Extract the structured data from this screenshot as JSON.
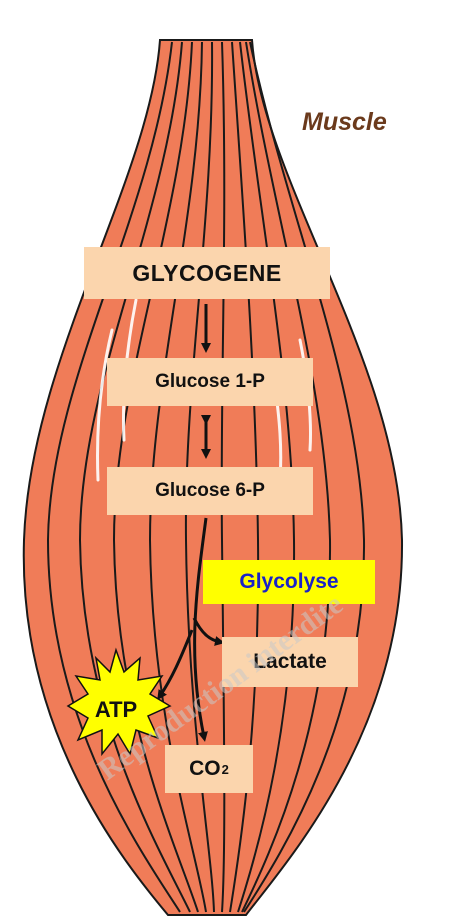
{
  "diagram": {
    "organ_label": "Muscle",
    "nodes": {
      "glycogene": "GLYCOGENE",
      "glucose_1p": "Glucose 1-P",
      "glucose_6p": "Glucose 6-P",
      "glycolyse": "Glycolyse",
      "lactate": "Lactate",
      "co2_main": "CO",
      "co2_sub": "2",
      "atp": "ATP"
    },
    "watermark": "Reproduction interdite"
  },
  "colors": {
    "muscle_fill": "#f07c58",
    "muscle_line": "#1a1a1a",
    "box_fill": "#fbd5ad",
    "glycolyse_fill": "#ffff00",
    "glycolyse_text": "#1a22c8",
    "atp_burst": "#ffff00",
    "muscle_label": "#6b3a1c"
  },
  "icons": {
    "atp": "starburst-icon"
  }
}
